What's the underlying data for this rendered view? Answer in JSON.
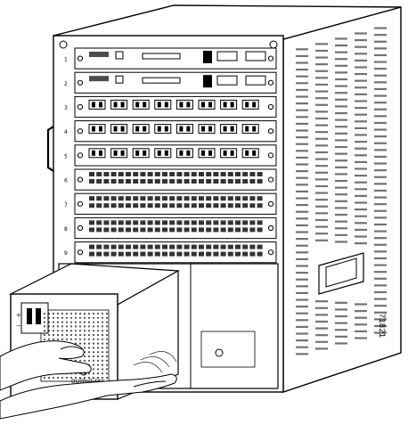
{
  "figure": {
    "figure_id": "71821",
    "psu_label": "OUTPUT FAIL",
    "slot_numbers": [
      "1",
      "2",
      "3",
      "4",
      "5",
      "6",
      "7",
      "8",
      "9"
    ]
  }
}
